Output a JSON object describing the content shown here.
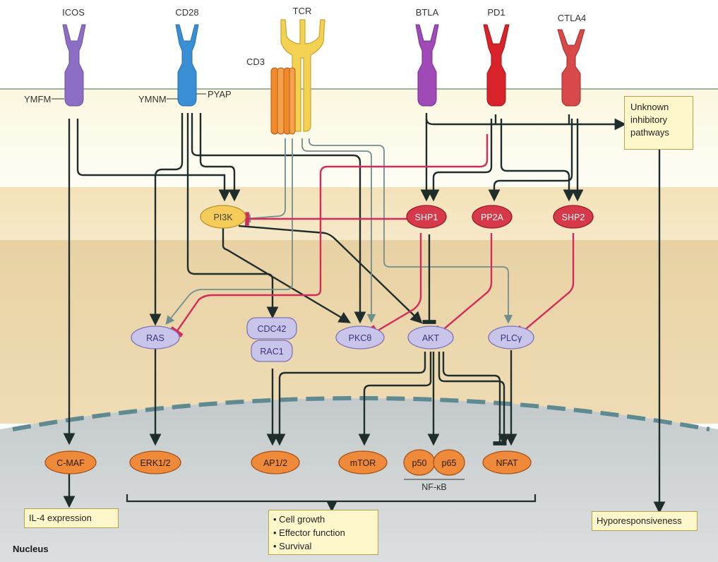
{
  "receptors": {
    "icos": "ICOS",
    "cd28": "CD28",
    "tcr": "TCR",
    "cd3": "CD3",
    "btla": "BTLA",
    "pd1": "PD1",
    "ctla4": "CTLA4"
  },
  "motifs": {
    "ymfm": "YMFM",
    "ymnm": "YMNM",
    "pyap": "PYAP"
  },
  "nodes": {
    "pi3k": "PI3K",
    "shp1": "SHP1",
    "pp2a": "PP2A",
    "shp2": "SHP2",
    "ras": "RAS",
    "cdc42": "CDC42",
    "rac1": "RAC1",
    "pkctheta": "PKCθ",
    "akt": "AKT",
    "plcgamma": "PLCγ"
  },
  "nuclear": {
    "cmaf": "C-MAF",
    "erk": "ERK1/2",
    "ap1": "AP1/2",
    "mtor": "mTOR",
    "p50": "p50",
    "p65": "p65",
    "nfkb": "NF-κB",
    "nfat": "NFAT"
  },
  "outcomes": {
    "unknown": [
      "Unknown",
      "inhibitory",
      "pathways"
    ],
    "il4": "IL-4 expression",
    "cell": [
      "• Cell growth",
      "• Effector function",
      "• Survival"
    ],
    "hypo": "Hyporesponsiveness",
    "nucleus": "Nucleus"
  },
  "colors": {
    "activation": "#1f2d2d",
    "inhibition": "#d42a5c",
    "icos": "#8c6fc4",
    "cd28": "#3a8fd4",
    "tcr": "#f0c842",
    "cd3": "#f08a2a",
    "btla": "#a04ab8",
    "pd1": "#d8232a",
    "ctla4": "#d84a4a"
  }
}
